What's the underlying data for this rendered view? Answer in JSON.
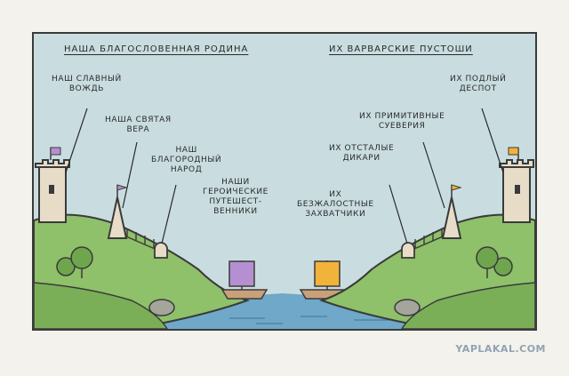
{
  "left": {
    "title": "НАША БЛАГОСЛОВЕННАЯ РОДИНА",
    "labels": {
      "leader": "НАШ СЛАВНЫЙ\nВОЖДЬ",
      "faith": "НАША СВЯТАЯ\nВЕРА",
      "people": "НАШ\nБЛАГОРОДНЫЙ\nНАРОД",
      "travelers": "НАШИ\nГЕРОИЧЕСКИЕ\nПУТЕШЕСТ-\nВЕННИКИ"
    }
  },
  "right": {
    "title": "ИХ ВАРВАРСКИЕ ПУСТОШИ",
    "labels": {
      "despot": "ИХ ПОДЛЫЙ\nДЕСПОТ",
      "superstitions": "ИХ ПРИМИТИВНЫЕ\nСУЕВЕРИЯ",
      "savages": "ИХ ОТСТАЛЫЕ\nДИКАРИ",
      "invaders": "ИХ\nБЕЗЖАЛОСТНЫЕ\nЗАХВАТЧИКИ"
    }
  },
  "watermark": "YAPLAKAL.COM",
  "colors": {
    "sky": "#c9dde0",
    "hill": "#8fc06a",
    "water": "#6fa8c8",
    "left_sail": "#b58fd0",
    "right_sail": "#f2b33a",
    "stone": "#e6dcc8"
  }
}
